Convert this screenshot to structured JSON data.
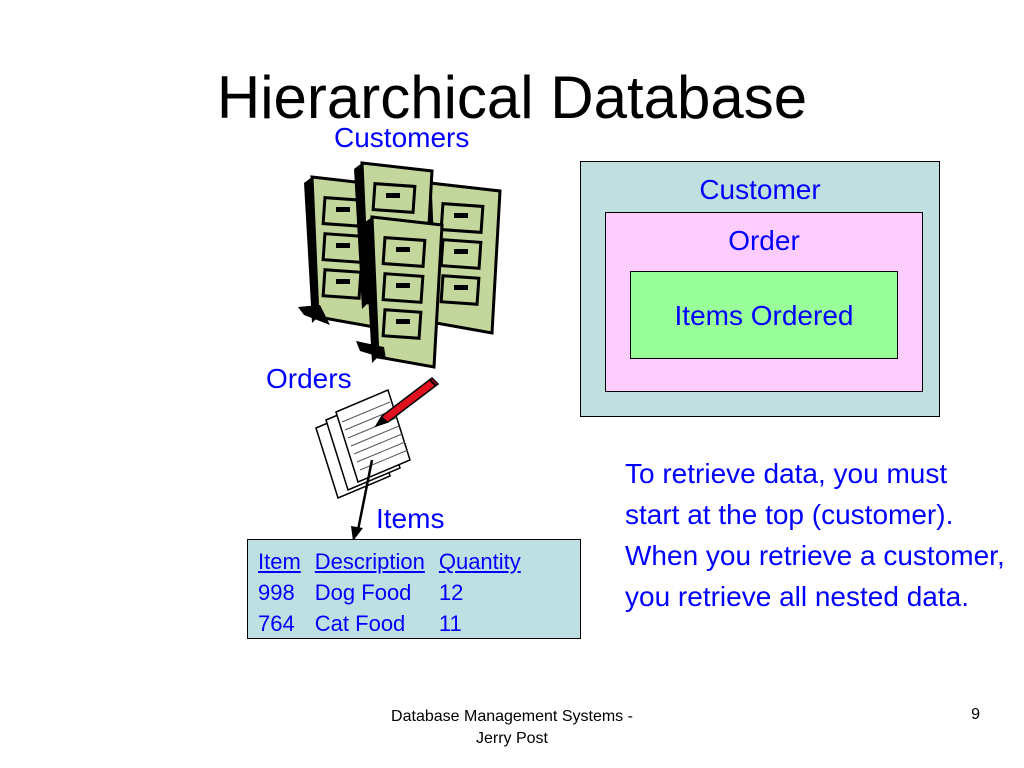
{
  "title": "Hierarchical Database",
  "labels": {
    "customers": "Customers",
    "orders": "Orders",
    "items": "Items"
  },
  "nested_boxes": {
    "outer": "Customer",
    "middle": "Order",
    "inner": "Items Ordered"
  },
  "items_table": {
    "headers": [
      "Item",
      "Description",
      "Quantity"
    ],
    "rows": [
      [
        "998",
        "Dog Food",
        "12"
      ],
      [
        "764",
        "Cat Food",
        "11"
      ]
    ]
  },
  "note": "To retrieve data, you must start at the top (customer). When you retrieve a customer, you retrieve all nested data.",
  "footer": {
    "line1": "Database Management Systems -",
    "line2": "Jerry Post",
    "page": "9"
  },
  "colors": {
    "text_blue": "#0000ff",
    "cabinet_green": "#c3d69b",
    "outer_box": "#c0e0e0",
    "middle_box": "#ffccff",
    "inner_box": "#99ff99",
    "table_bg": "#bfe0e3",
    "pen_red": "#e0101f"
  },
  "icons": [
    "file-cabinets-icon",
    "papers-icon",
    "pen-icon"
  ]
}
